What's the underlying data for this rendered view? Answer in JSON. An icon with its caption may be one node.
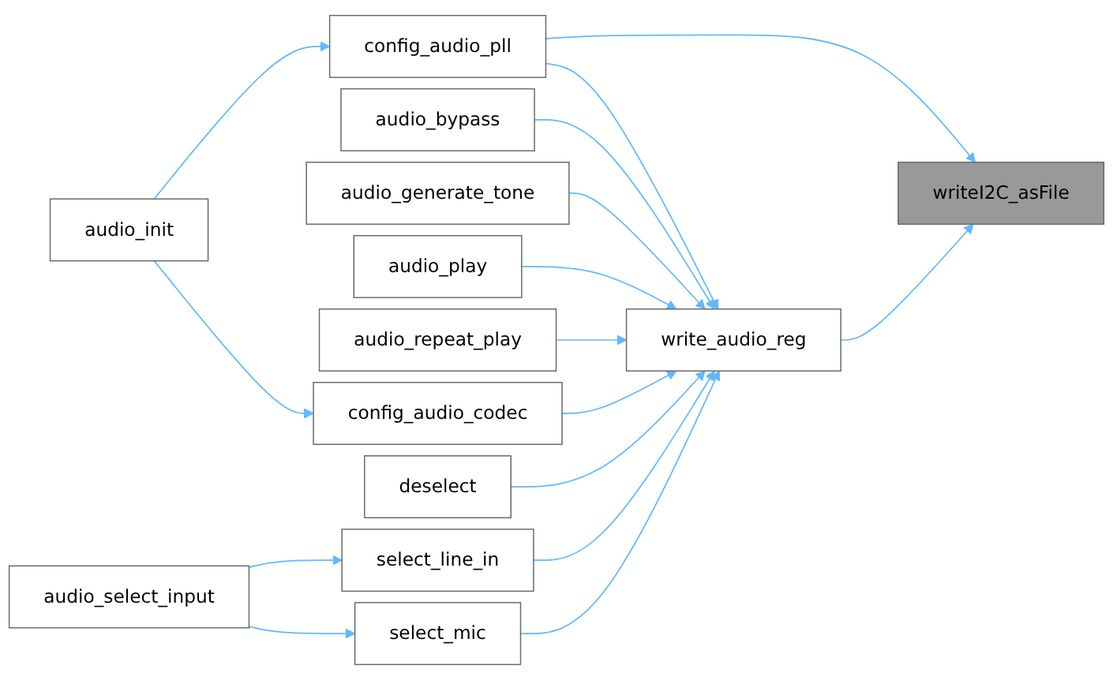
{
  "diagram": {
    "nodes": [
      {
        "text": [
          "audio_init"
        ]
      },
      {
        "text": [
          "audio_select_input"
        ]
      },
      {
        "text": [
          "config_audio_pll"
        ]
      },
      {
        "text": [
          "audio_bypass"
        ]
      },
      {
        "text": [
          "audio_generate_tone"
        ]
      },
      {
        "text": [
          "audio_play"
        ]
      },
      {
        "text": [
          "audio_repeat_play"
        ]
      },
      {
        "text": [
          "config_audio_codec"
        ]
      },
      {
        "text": [
          "deselect"
        ]
      },
      {
        "text": [
          "select_line_in"
        ]
      },
      {
        "text": [
          "select_mic"
        ]
      },
      {
        "text": [
          "write_audio_reg"
        ]
      },
      {
        "text": [
          "writeI2C_asFile"
        ]
      }
    ],
    "edges": [
      {
        "from": 0,
        "to": 2,
        "arrow": "to"
      },
      {
        "from": 0,
        "to": 7,
        "arrow": "to"
      },
      {
        "from": 1,
        "to": 9,
        "arrow": "to"
      },
      {
        "from": 1,
        "to": 10,
        "arrow": "to"
      },
      {
        "from": 2,
        "to": 12,
        "arrow": "to"
      },
      {
        "from": 2,
        "to": 11,
        "arrow": "to"
      },
      {
        "from": 3,
        "to": 11,
        "arrow": "to"
      },
      {
        "from": 4,
        "to": 11,
        "arrow": "to"
      },
      {
        "from": 5,
        "to": 11,
        "arrow": "to"
      },
      {
        "from": 6,
        "to": 11,
        "arrow": "to"
      },
      {
        "from": 7,
        "to": 11,
        "arrow": "to"
      },
      {
        "from": 8,
        "to": 11,
        "arrow": "to"
      },
      {
        "from": 9,
        "to": 11,
        "arrow": "to"
      },
      {
        "from": 10,
        "to": 11,
        "arrow": "to"
      },
      {
        "from": 11,
        "to": 12,
        "arrow": "to"
      }
    ]
  }
}
